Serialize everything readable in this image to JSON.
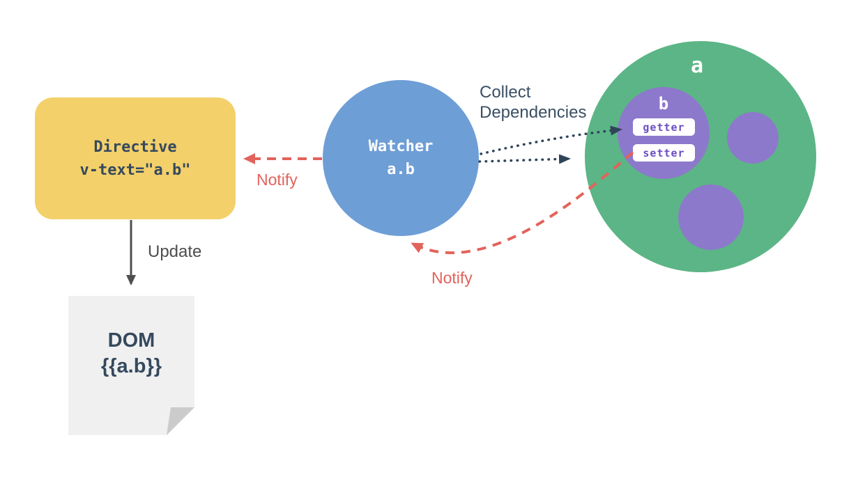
{
  "diagram": {
    "directive": {
      "title": "Directive",
      "expression": "v-text=\"a.b\""
    },
    "watcher": {
      "title": "Watcher",
      "expression": "a.b"
    },
    "dom": {
      "title": "DOM",
      "template": "{{a.b}}"
    },
    "data_object": {
      "label": "a",
      "nested_object": {
        "label": "b",
        "getter_label": "getter",
        "setter_label": "setter"
      }
    },
    "labels": {
      "update": "Update",
      "collect_line1": "Collect",
      "collect_line2": "Dependencies",
      "notify_to_directive": "Notify",
      "notify_to_watcher": "Notify"
    },
    "colors": {
      "directive_fill": "#F3D06A",
      "watcher_fill": "#6E9ED6",
      "object_a_fill": "#5CB586",
      "object_b_fill": "#8C79CB",
      "pill_text": "#6B4EC2",
      "slate_text": "#35495E",
      "notify_red": "#E2635C",
      "dotted_navy": "#2F4459",
      "update_gray": "#4F4F4F",
      "doc_fill": "#F0F0F0",
      "doc_fold": "#CBCBCB"
    }
  }
}
